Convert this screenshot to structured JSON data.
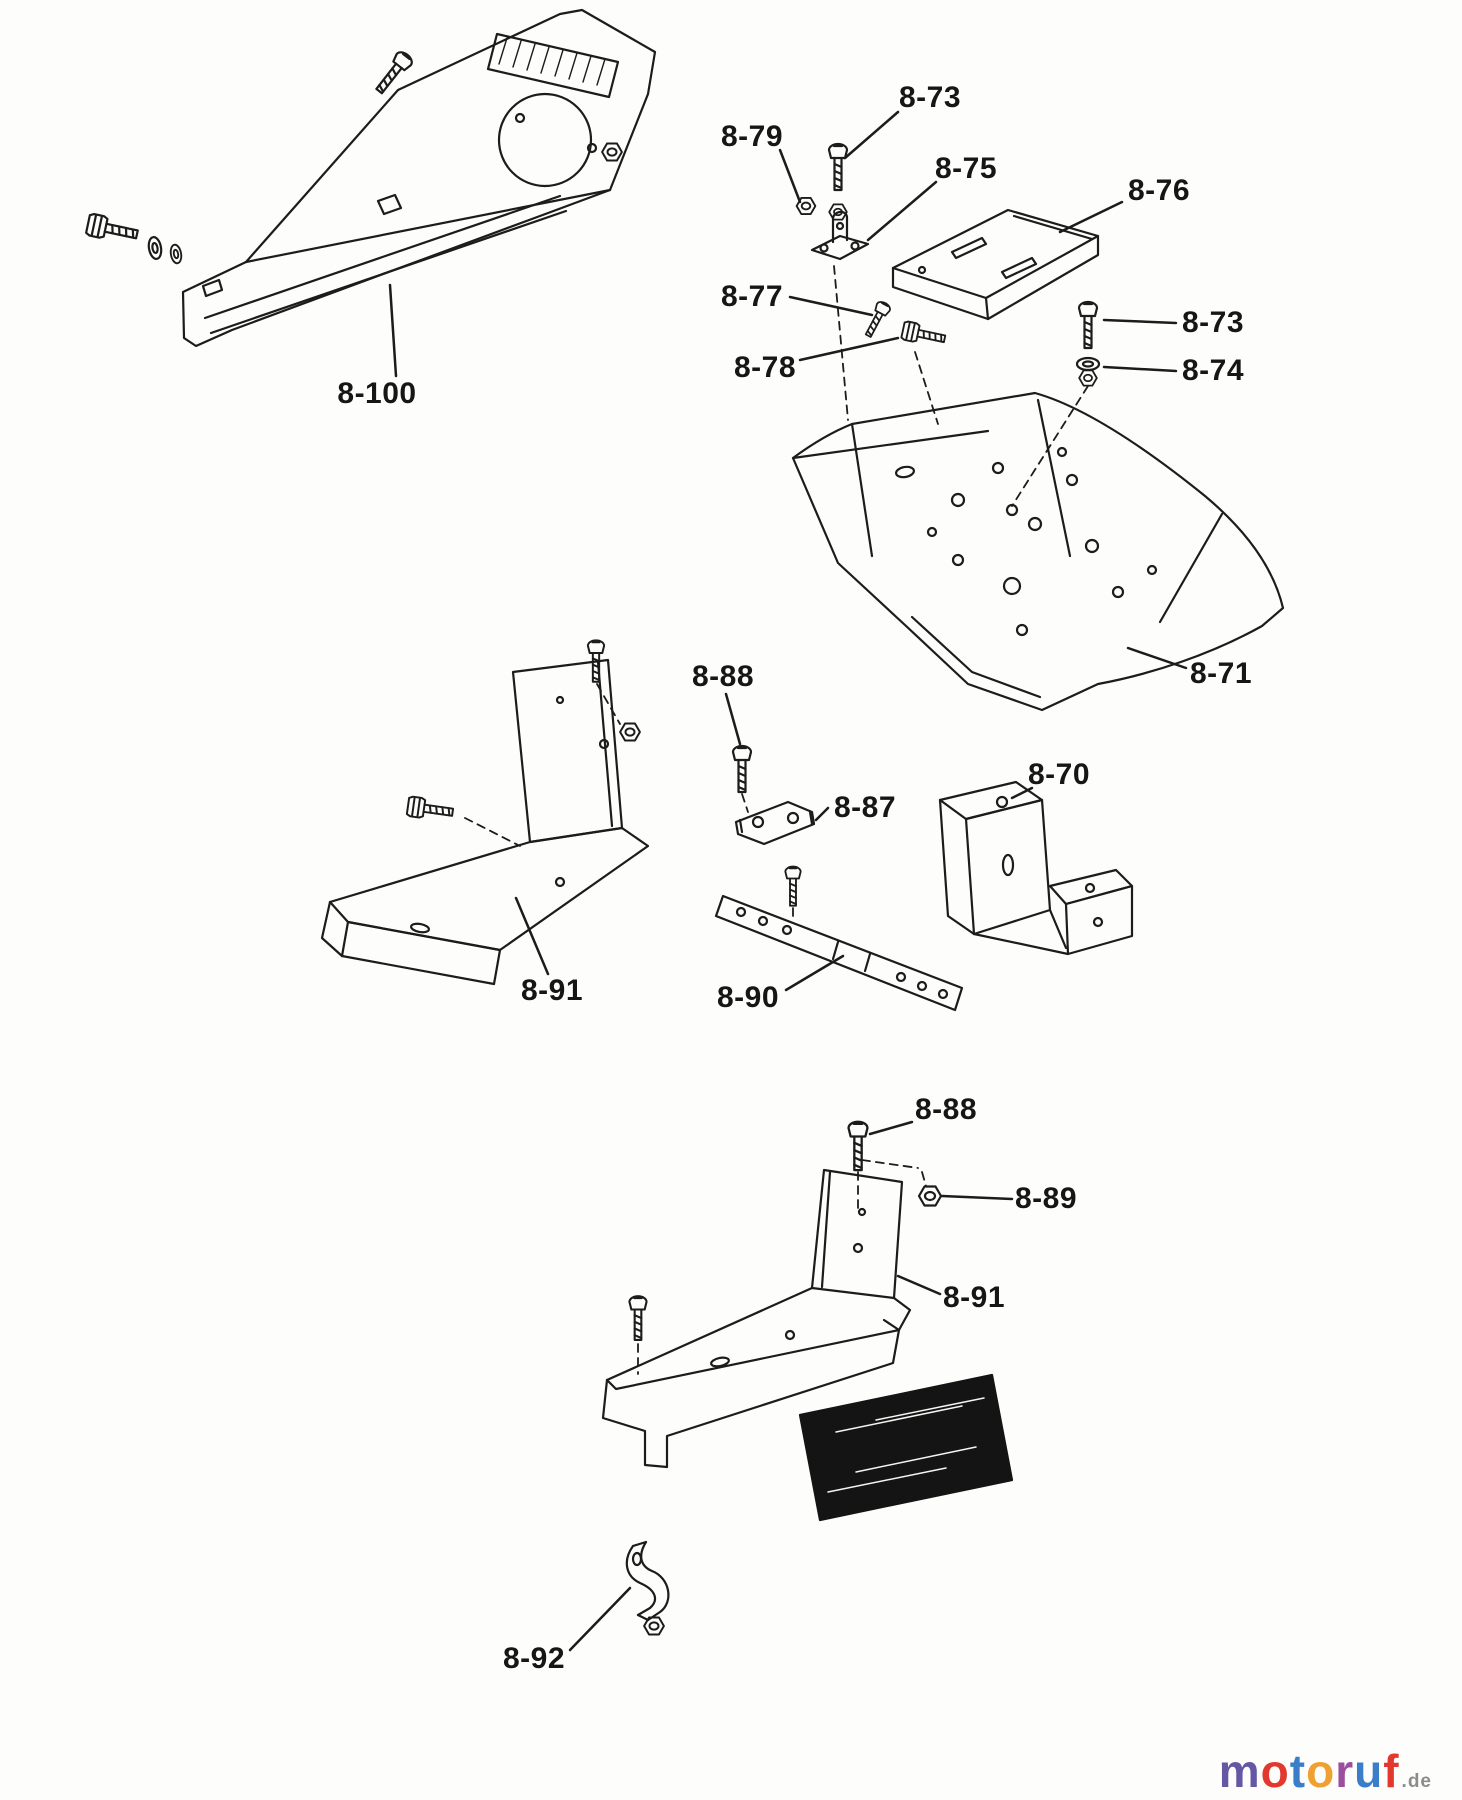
{
  "page": {
    "background_color": "#fdfdfb",
    "ink_color": "#1c1c1c"
  },
  "diagram": {
    "kind": "exploded-parts-diagram",
    "labels": [
      {
        "id": "8-73-top",
        "text": "8-73"
      },
      {
        "id": "8-79",
        "text": "8-79"
      },
      {
        "id": "8-75",
        "text": "8-75"
      },
      {
        "id": "8-76",
        "text": "8-76"
      },
      {
        "id": "8-77",
        "text": "8-77"
      },
      {
        "id": "8-78",
        "text": "8-78"
      },
      {
        "id": "8-73-right",
        "text": "8-73"
      },
      {
        "id": "8-74",
        "text": "8-74"
      },
      {
        "id": "8-100",
        "text": "8-100"
      },
      {
        "id": "8-71",
        "text": "8-71"
      },
      {
        "id": "8-88-mid",
        "text": "8-88"
      },
      {
        "id": "8-87",
        "text": "8-87"
      },
      {
        "id": "8-70",
        "text": "8-70"
      },
      {
        "id": "8-91-mid",
        "text": "8-91"
      },
      {
        "id": "8-90",
        "text": "8-90"
      },
      {
        "id": "8-88-bottom",
        "text": "8-88"
      },
      {
        "id": "8-89",
        "text": "8-89"
      },
      {
        "id": "8-91-bottom",
        "text": "8-91"
      },
      {
        "id": "8-92",
        "text": "8-92"
      }
    ]
  },
  "watermark": {
    "brand": "motoruf",
    "suffix": ".de",
    "suffix_color": "#8c8c8c",
    "letters": [
      {
        "char": "m",
        "color": "#6657a5"
      },
      {
        "char": "o",
        "color": "#e2382e"
      },
      {
        "char": "t",
        "color": "#3a7dc9"
      },
      {
        "char": "o",
        "color": "#f0a030"
      },
      {
        "char": "r",
        "color": "#9a4f9e"
      },
      {
        "char": "u",
        "color": "#3a7dc9"
      },
      {
        "char": "f",
        "color": "#e2382e"
      }
    ]
  }
}
